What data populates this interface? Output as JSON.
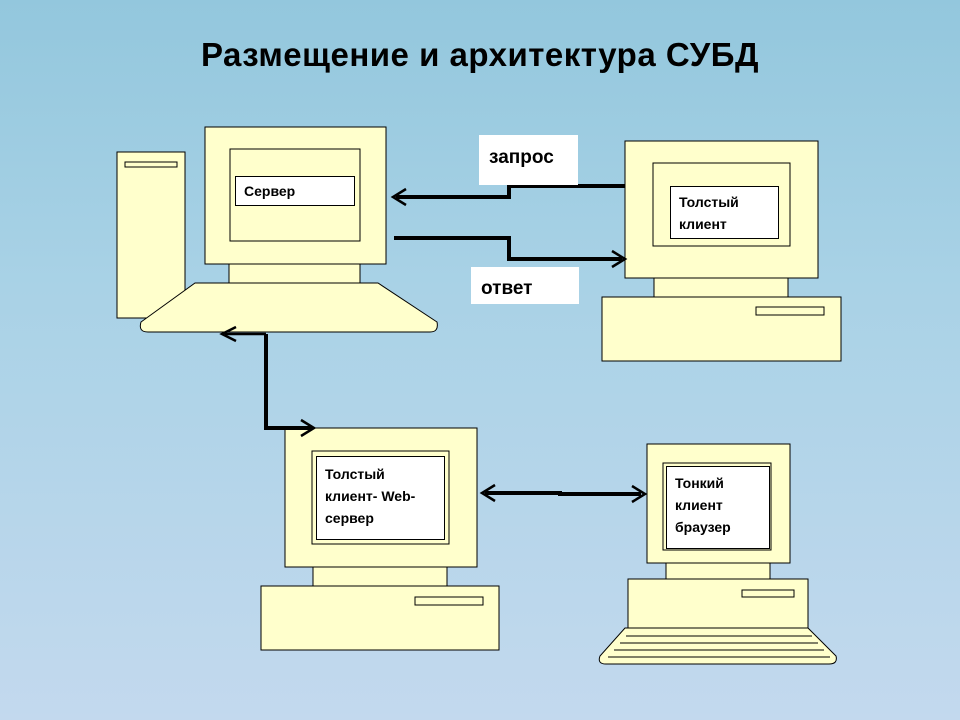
{
  "title": "Размещение и архитектура СУБД",
  "labels": {
    "request": "запрос",
    "response": "ответ"
  },
  "nodes": {
    "server": "Сервер",
    "thick_client": "Толстый\nклиент",
    "thick_client_web_server": "Толстый\nклиент- Web-\nсервер",
    "thin_client": "Тонкий\nклиент\nбраузер"
  },
  "colors": {
    "computer_fill": "#ffffcc",
    "outline": "#000000",
    "label_bg": "#ffffff"
  }
}
